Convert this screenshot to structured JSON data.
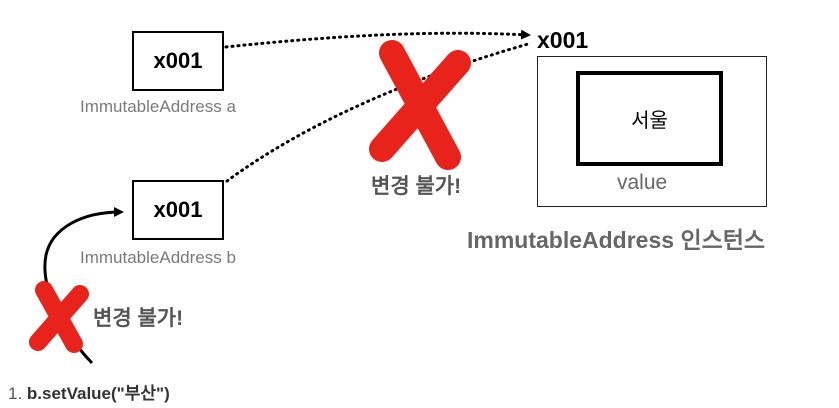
{
  "ref_a": {
    "value": "x001",
    "caption": "ImmutableAddress a"
  },
  "ref_b": {
    "value": "x001",
    "caption": "ImmutableAddress b"
  },
  "instance": {
    "address": "x001",
    "inner_value": "서울",
    "value_label": "value",
    "title": "ImmutableAddress 인스턴스"
  },
  "warnings": {
    "upper": "변경 불가!",
    "lower": "변경 불가!"
  },
  "step": {
    "prefix": "1. ",
    "code": "b.setValue(\"부산\")"
  },
  "colors": {
    "cross": "#e8231b",
    "text_gray": "#666666",
    "border": "#000000"
  },
  "icons": [
    "red-x-icon",
    "red-x-icon"
  ]
}
